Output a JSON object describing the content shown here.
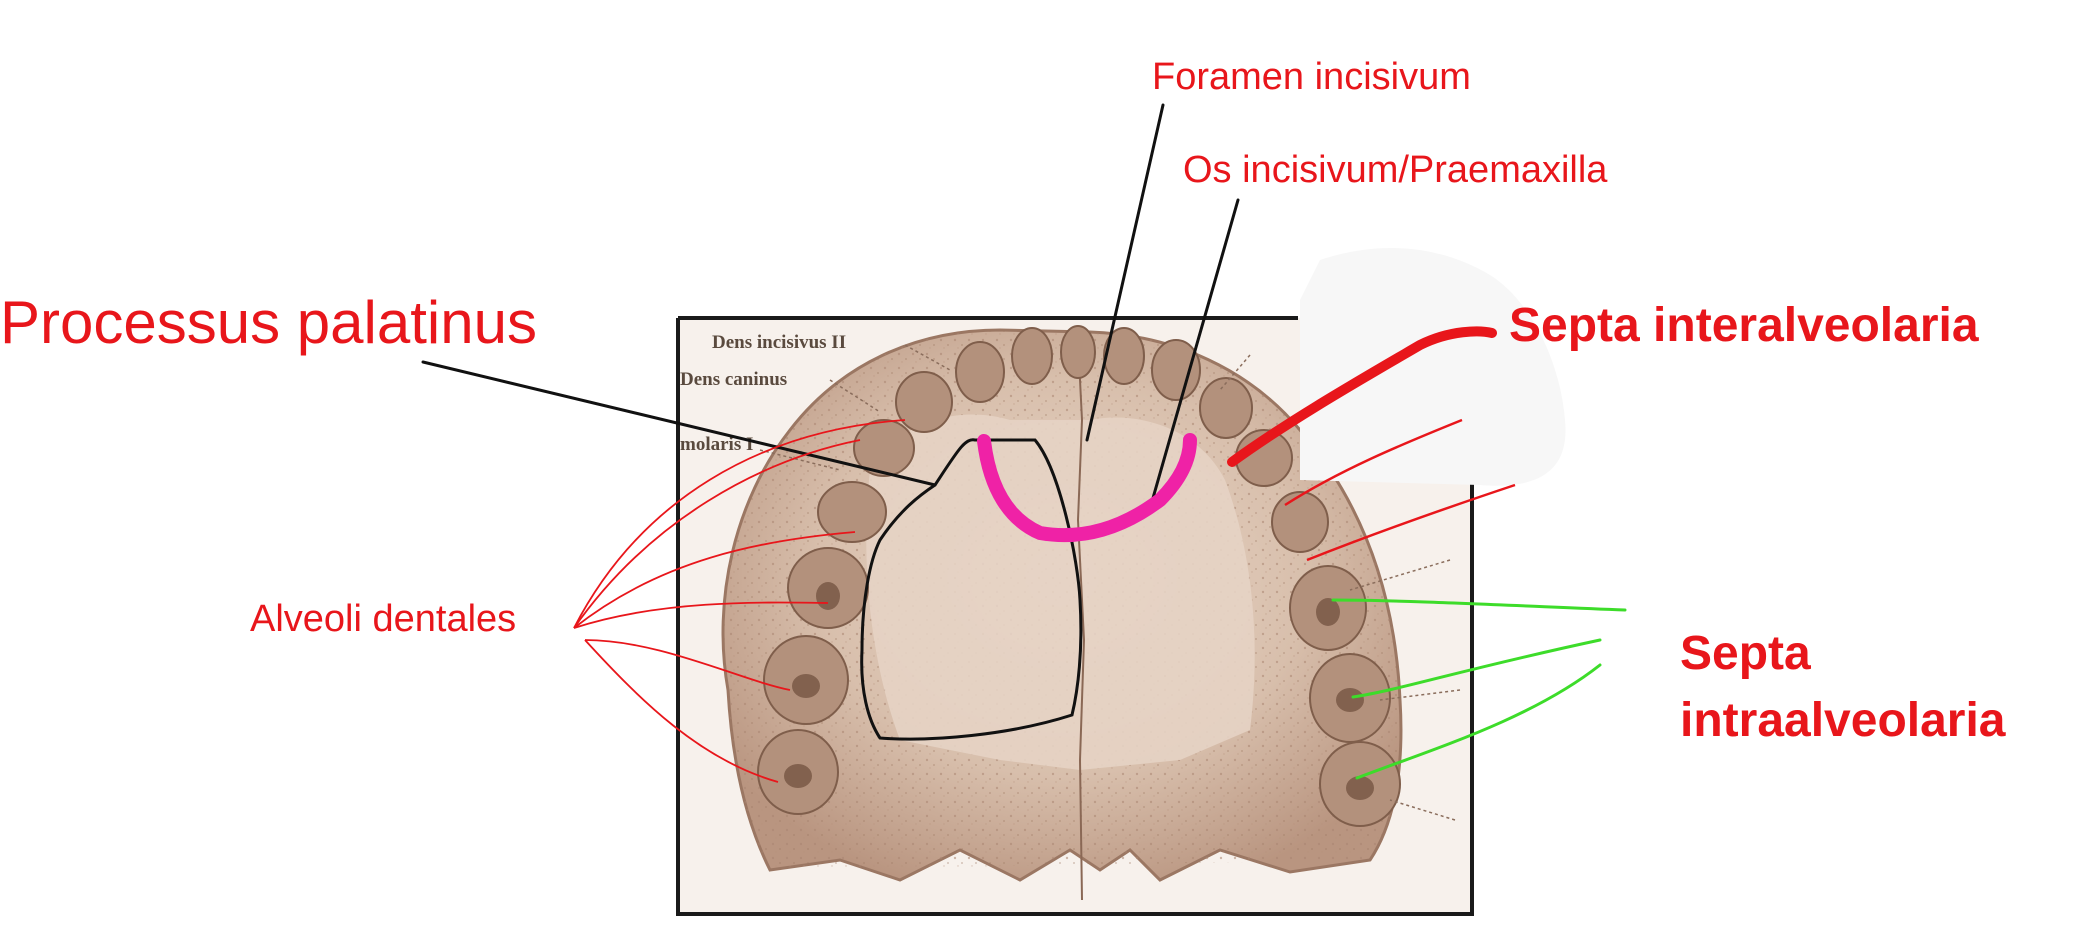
{
  "labels": {
    "processus_palatinus": "Processus palatinus",
    "foramen_incisivum": "Foramen incisivum",
    "os_incisivum": "Os incisivum/Praemaxilla",
    "alveoli_dentales": "Alveoli dentales",
    "septa_interalveolaria": "Septa interalveolaria",
    "septa_intraalveolaria_line1": "Septa",
    "septa_intraalveolaria_line2": "intraalveolaria"
  },
  "printed_labels": {
    "dens_incisivus": "Dens incisivus II",
    "dens_caninus": "Dens caninus",
    "molaris": "molaris I"
  },
  "colors": {
    "label_red": "#e8161b",
    "pointer_black": "#111111",
    "praemaxilla_magenta": "#ef22a6",
    "intraalveolar_green": "#3ddc2a",
    "bone_tone": "#c9ad99"
  }
}
